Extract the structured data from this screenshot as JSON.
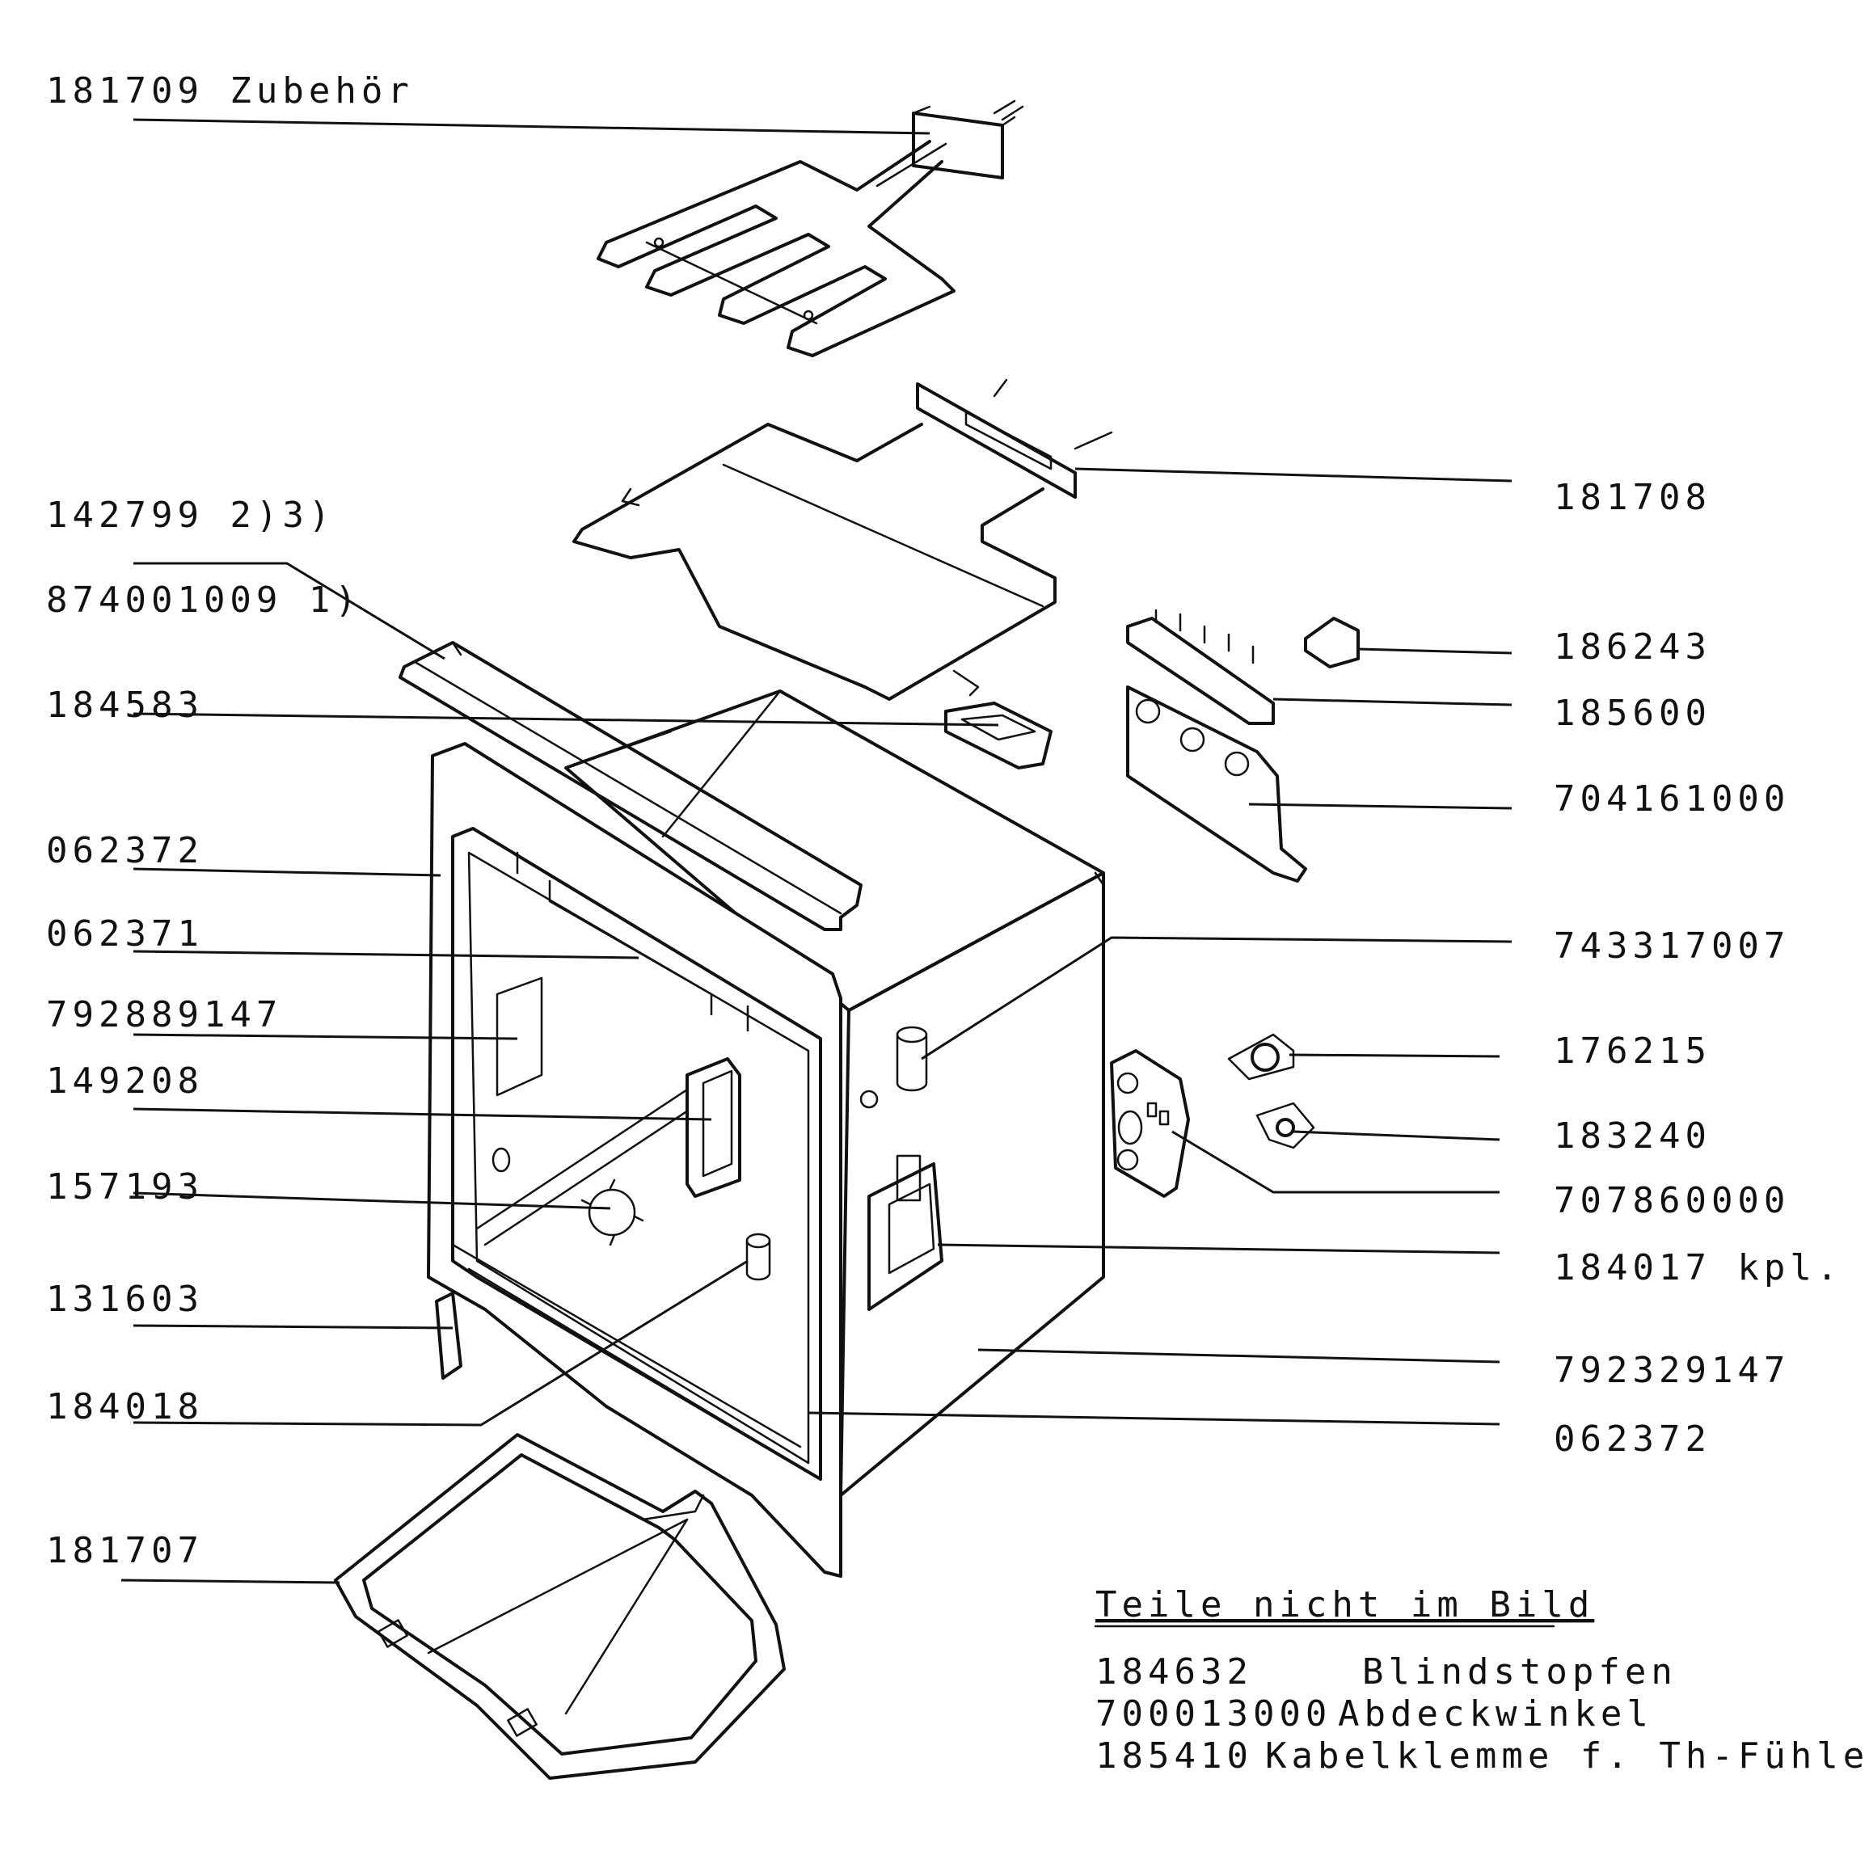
{
  "labels": {
    "l_181709": "181709 Zubehör",
    "l_142799": "142799 2)3)",
    "l_874001009": "874001009 1)",
    "l_184583": "184583",
    "l_062372_left": "062372",
    "l_062371": "062371",
    "l_792889147": "792889147",
    "l_149208": "149208",
    "l_157193": "157193",
    "l_131603": "131603",
    "l_184018": "184018",
    "l_181707": "181707",
    "l_181708": "181708",
    "l_186243": "186243",
    "l_185600": "185600",
    "l_704161000": "704161000",
    "l_743317007": "743317007",
    "l_176215": "176215",
    "l_183240": "183240",
    "l_707860000": "707860000",
    "l_184017": "184017 kpl.",
    "l_792329147": "792329147",
    "l_062372_right": "062372"
  },
  "notes": {
    "heading": "Teile nicht im Bild",
    "rows": [
      {
        "code": "184632",
        "text": "Blindstopfen"
      },
      {
        "code": "700013000",
        "text": "Abdeckwinkel"
      },
      {
        "code": "185410",
        "text": "Kabelklemme f. Th-Fühler"
      }
    ]
  },
  "colors": {
    "ink": "#111111",
    "paper": "#ffffff"
  }
}
